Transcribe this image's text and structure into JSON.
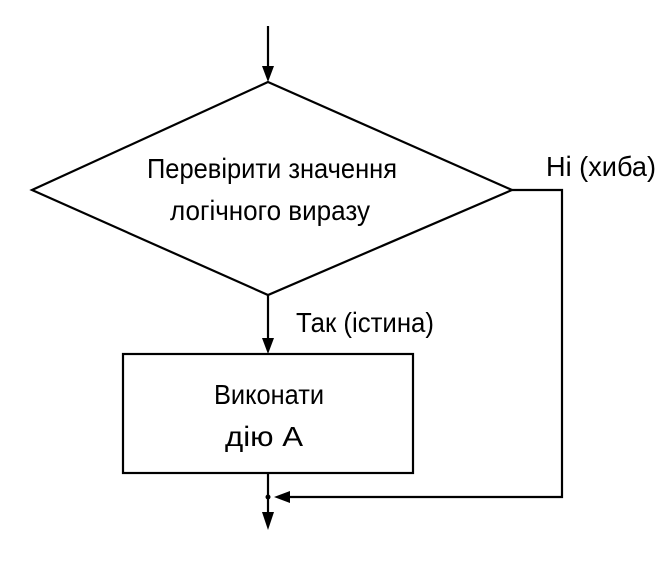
{
  "diagram": {
    "decision": {
      "line1": "Перевірити значення",
      "line2": "логічного виразу"
    },
    "action": {
      "line1": "Виконати",
      "line2": "дію А"
    },
    "yes_label": "Так (істина)",
    "no_label": "Ні (хиба)"
  }
}
